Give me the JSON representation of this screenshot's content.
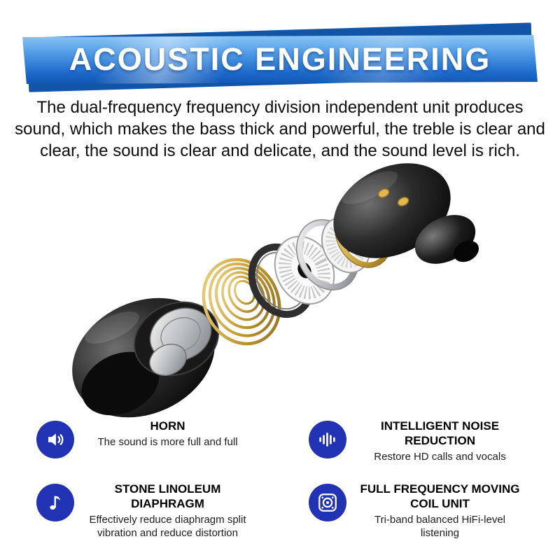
{
  "banner": {
    "title": "ACOUSTIC ENGINEERING"
  },
  "intro": {
    "text": "The dual-frequency frequency division independent unit produces sound, which makes the bass thick and powerful, the treble is clear and clear, the sound is clear and delicate, and the sound level is rich."
  },
  "product": {
    "name": "earbud-exploded-view"
  },
  "features": [
    {
      "icon": "speaker-horn-icon",
      "title": "HORN",
      "description": "The sound is more full and full"
    },
    {
      "icon": "noise-reduction-icon",
      "title": "INTELLIGENT NOISE REDUCTION",
      "description": "Restore HD calls and vocals"
    },
    {
      "icon": "music-note-icon",
      "title": "STONE LINOLEUM DIAPHRAGM",
      "description": "Effectively reduce diaphragm split vibration and reduce distortion"
    },
    {
      "icon": "moving-coil-icon",
      "title": "FULL FREQUENCY MOVING COIL UNIT",
      "description": "Tri-band balanced HiFi-level listening"
    }
  ],
  "colors": {
    "banner_blue_light": "#8cc7f5",
    "banner_blue_dark": "#1157b2",
    "icon_blue": "#2133b2",
    "gold": "#c9a23f",
    "text_black": "#0c0c0c"
  }
}
